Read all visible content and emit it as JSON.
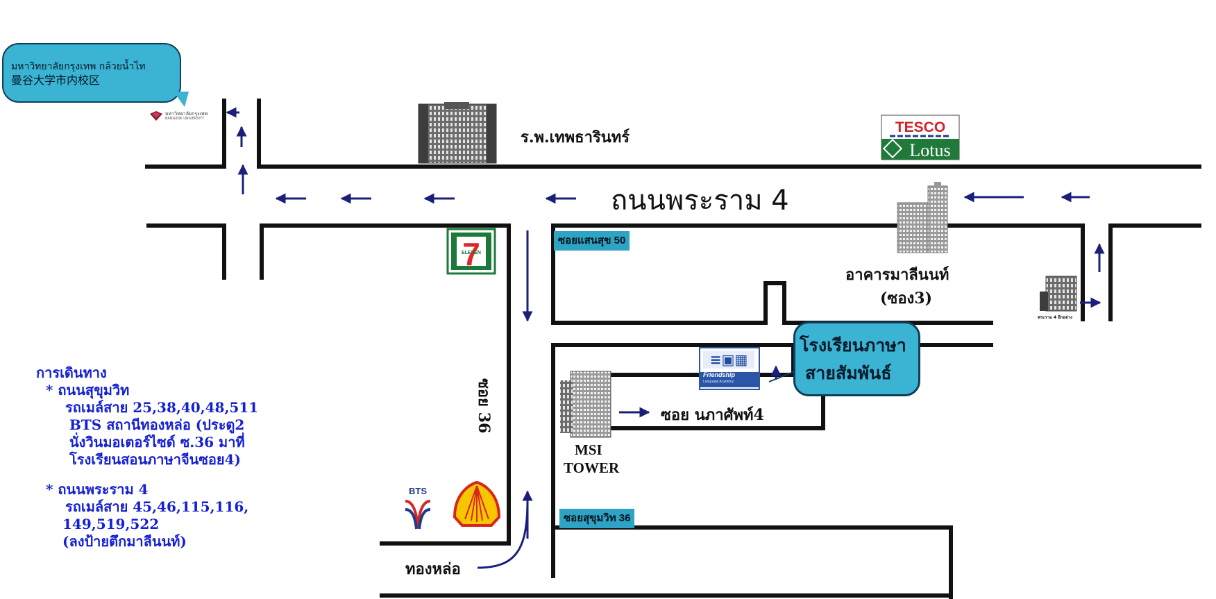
{
  "university_bubble": {
    "thai": "มหาวิทยาลัยกรุงเทพ กล้วยน้ำไท",
    "chinese": "曼谷大学市内校区"
  },
  "university_logo": {
    "thai": "มหาวิทยาลัยกรุงเทพ",
    "english": "BANGKOK UNIVERSITY"
  },
  "hospital_label": "ร.พ.เทพธารินทร์",
  "tesco": {
    "top": "TESCO",
    "bottom": "Lotus"
  },
  "main_road_label": "ถนนพระราม 4",
  "soi_sansuk_tag": "ซอยแสนสุข 50",
  "seven_eleven": {
    "number": "7",
    "text": "ELEVEN"
  },
  "malinont_label": {
    "line1": "อาคารมาลีนนท์",
    "line2": "(ซอง3)"
  },
  "rama4_building_caption": "พระราม 4 อีกอย่าง",
  "school_bubble": {
    "line1": "โรงเรียนภาษา",
    "line2": "สายสัมพันธ์"
  },
  "friendship_logo": {
    "name": "Friendship",
    "sub": "Language Academy"
  },
  "soi36_label": "ซอย 36",
  "soi_napa_label": "ซอย นภาศัพท์4",
  "msi_label": {
    "line1": "MSI",
    "line2": "TOWER"
  },
  "soi_sukhumvit_tag": "ซอยสุขุมวิท 36",
  "bts_logo_text": "BTS",
  "thonglor_label": "ทองหล่อ",
  "directions": {
    "heading": "การเดินทาง",
    "lines": [
      "* ถนนสุขุมวิท",
      "รถเมล์สาย 25,38,40,48,511",
      "BTS  สถานีทองหล่อ (ประตู2",
      "นั่งวินมอเตอร์ไซด์ ซ.36 มาที่",
      "โรงเรียนสอนภาษาจีนซอย4)",
      "* ถนนพระราม 4",
      "รถเมล์สาย 45,46,115,116,",
      "149,519,522",
      "(ลงป้ายตึกมาลีนนท์)"
    ]
  },
  "colors": {
    "road": "#111111",
    "arrow": "#1a1f7a",
    "tag_bg": "#2fa3c4",
    "bubble_bg": "#3bb3d3",
    "directions_text": "#1420d4",
    "tesco_red": "#d2232a",
    "tesco_green": "#1f7a3a",
    "shell_yellow": "#f7c600",
    "shell_red": "#d7261e",
    "seven_green": "#1b7a3a",
    "seven_red": "#e0262a"
  },
  "icons": [
    "arrow-left-icon",
    "arrow-up-icon",
    "arrow-down-icon",
    "arrow-right-icon",
    "seven-eleven-logo-icon",
    "shell-logo-icon",
    "bts-logo-icon",
    "tesco-lotus-logo-icon",
    "building-icon",
    "bangkok-university-logo-icon"
  ]
}
